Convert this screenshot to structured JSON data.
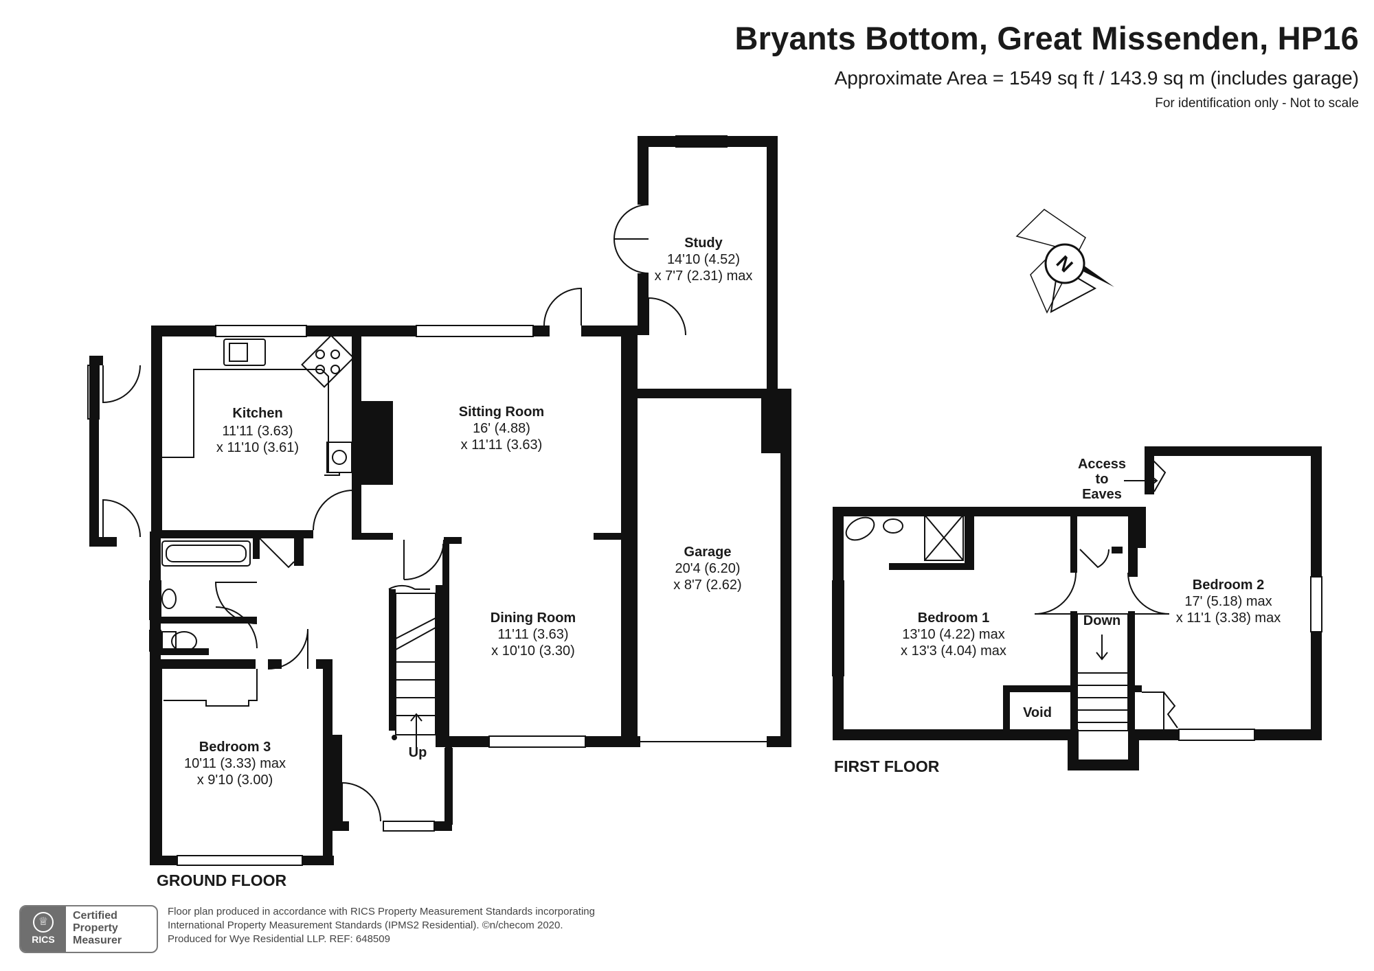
{
  "header": {
    "title": "Bryants Bottom, Great Missenden, HP16",
    "area": "Approximate Area = 1549 sq ft / 143.9 sq m (includes garage)",
    "note": "For identification only - Not to scale"
  },
  "floors": {
    "ground": {
      "label": "GROUND FLOOR"
    },
    "first": {
      "label": "FIRST FLOOR"
    }
  },
  "rooms": {
    "kitchen": {
      "name": "Kitchen",
      "dim1": "11'11 (3.63)",
      "dim2": "x 11'10 (3.61)"
    },
    "sitting_room": {
      "name": "Sitting Room",
      "dim1": "16' (4.88)",
      "dim2": "x 11'11 (3.63)"
    },
    "study": {
      "name": "Study",
      "dim1": "14'10 (4.52)",
      "dim2": "x 7'7 (2.31) max"
    },
    "dining_room": {
      "name": "Dining Room",
      "dim1": "11'11 (3.63)",
      "dim2": "x 10'10 (3.30)"
    },
    "garage": {
      "name": "Garage",
      "dim1": "20'4 (6.20)",
      "dim2": "x 8'7 (2.62)"
    },
    "bedroom3": {
      "name": "Bedroom 3",
      "dim1": "10'11 (3.33) max",
      "dim2": "x 9'10 (3.00)"
    },
    "bedroom1": {
      "name": "Bedroom 1",
      "dim1": "13'10 (4.22) max",
      "dim2": "x 13'3 (4.04) max"
    },
    "bedroom2": {
      "name": "Bedroom 2",
      "dim1": "17' (5.18) max",
      "dim2": "x 11'1 (3.38) max"
    }
  },
  "markers": {
    "up": "Up",
    "down": "Down",
    "void": "Void",
    "eaves_line1": "Access",
    "eaves_line2": "to",
    "eaves_line3": "Eaves"
  },
  "compass": {
    "letter": "N"
  },
  "footer": {
    "logo_line1": "Certified",
    "logo_line2": "Property",
    "logo_line3": "Measurer",
    "logo_brand": "RICS",
    "line1": "Floor plan produced in accordance with RICS Property Measurement Standards incorporating",
    "line2": "International Property Measurement Standards (IPMS2 Residential).   ©n/checom 2020.",
    "line3": "Produced for Wye Residential LLP.   REF:  648509"
  }
}
